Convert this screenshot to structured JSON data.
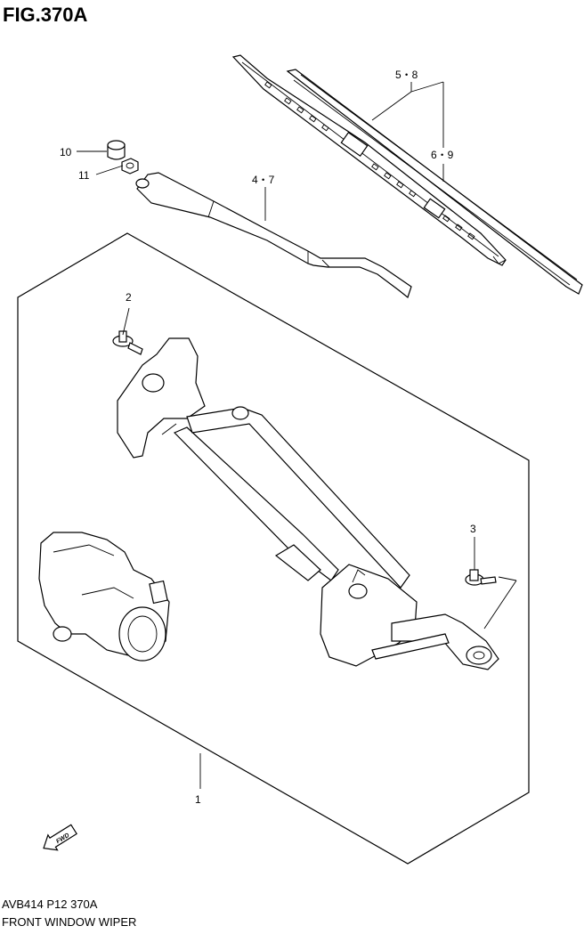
{
  "figure": {
    "title": "FIG.370A",
    "code": "AVB414 P12 370A",
    "name": "FRONT WINDOW WIPER"
  },
  "callouts": [
    {
      "label": "1",
      "part": "wiper-link-assembly"
    },
    {
      "label": "2",
      "part": "bolt"
    },
    {
      "label": "3",
      "part": "bolt"
    },
    {
      "label": "4・7",
      "part": "wiper-arm"
    },
    {
      "label": "5・8",
      "part": "wiper-blade"
    },
    {
      "label": "6・9",
      "part": "blade-refill"
    },
    {
      "label": "10",
      "part": "cap"
    },
    {
      "label": "11",
      "part": "nut"
    }
  ],
  "direction_marker": "FWD"
}
